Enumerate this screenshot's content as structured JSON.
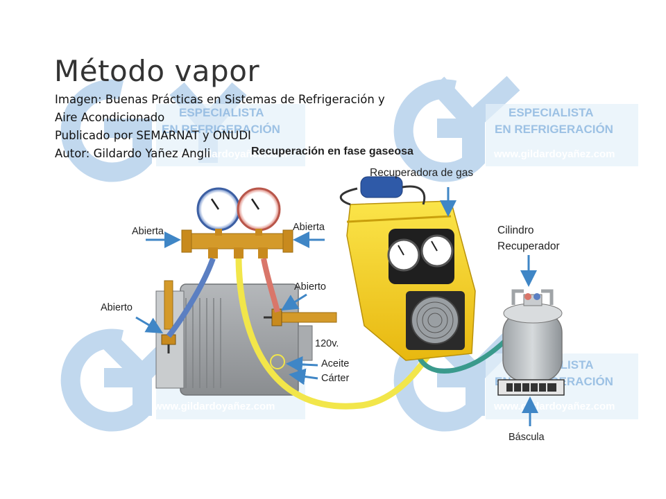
{
  "slide": {
    "title": "Método vapor",
    "caption_lines": [
      "Imagen: Buenas Prácticas en Sistemas de Refrigeración y",
      "Aire Acondicionado",
      "Publicado por SEMARNAT y ONUDI",
      "Autor: Gildardo Yañez Angli"
    ]
  },
  "diagram": {
    "heading": "Recuperación en fase gaseosa",
    "labels": {
      "recovery_machine": "Recuperadora de gas",
      "cylinder": "Cilindro",
      "cylinder_2": "Recuperador",
      "valve_left": "Abierta",
      "valve_right": "Abierta",
      "compressor_valve_left": "Abierto",
      "compressor_valve_right": "Abierto",
      "voltage": "120v.",
      "oil": "Aceite",
      "crankcase": "Cárter",
      "scale": "Báscula"
    }
  },
  "watermark": {
    "logo_letters": "GY",
    "line1": "ESPECIALISTA",
    "line2": "EN REFRIGERACIÓN",
    "url": "www.gildardoyañez.com"
  },
  "colors": {
    "watermark_blue": "#8fb8e0",
    "watermark_band": "#cfe6f4",
    "hose_blue": "#5b7fc2",
    "hose_red": "#d9766a",
    "hose_yellow": "#f2e64a",
    "hose_teal": "#3a9a8c",
    "manifold_gold": "#d49a2a",
    "recovery_yellow": "#f5d21a",
    "arrow_blue": "#3f86c6"
  }
}
